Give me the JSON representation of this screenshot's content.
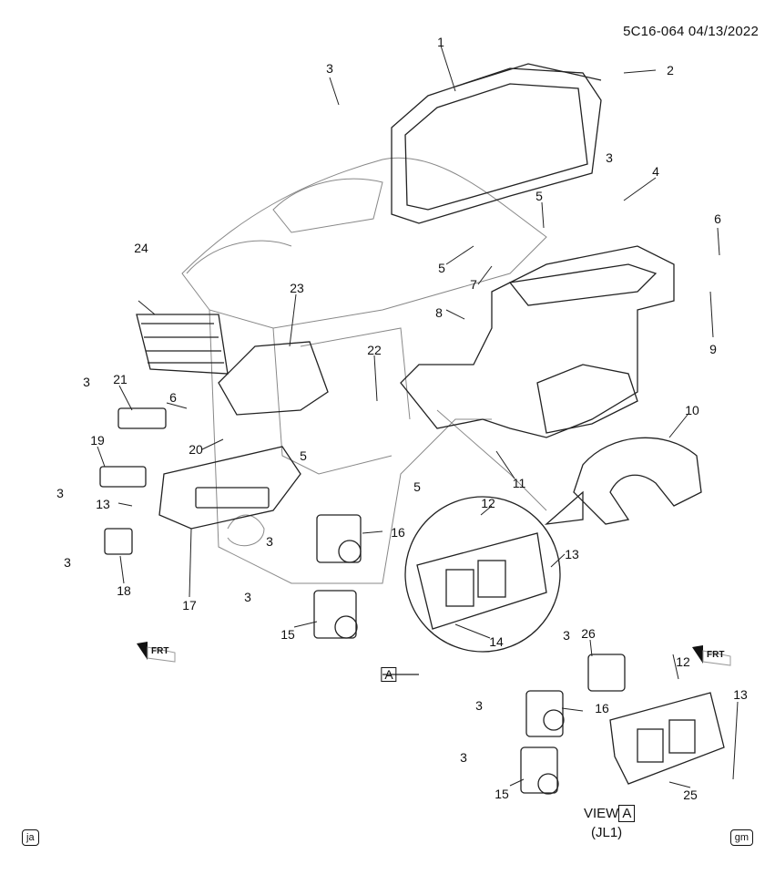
{
  "header": {
    "doc_id": "5C16-064",
    "date": "04/13/2022"
  },
  "callouts": {
    "c1": "1",
    "c2": "2",
    "c3a": "3",
    "c3b": "3",
    "c4": "4",
    "c5a": "5",
    "c5b": "5",
    "c5c": "5",
    "c5d": "5",
    "c6a": "6",
    "c6b": "6",
    "c7": "7",
    "c8": "8",
    "c9": "9",
    "c10": "10",
    "c11": "11",
    "c12a": "12",
    "c12b": "12",
    "c13a": "13",
    "c13b": "13",
    "c13c": "13",
    "c14": "14",
    "c15a": "15",
    "c15b": "15",
    "c16a": "16",
    "c16b": "16",
    "c17": "17",
    "c18": "18",
    "c19": "19",
    "c20": "20",
    "c21": "21",
    "c22": "22",
    "c23": "23",
    "c24": "24",
    "c25": "25",
    "c26": "26",
    "c3c": "3",
    "c3d": "3",
    "c3e": "3",
    "c3f": "3",
    "c3g": "3",
    "c3h": "3",
    "c3i": "3",
    "c3j": "3"
  },
  "view": {
    "letter": "A",
    "detail_letter": "A",
    "label": "VIEW",
    "sub": "(JL1)"
  },
  "frt": {
    "text": "FRT"
  },
  "corner": {
    "left": "ja",
    "right": "gm"
  }
}
